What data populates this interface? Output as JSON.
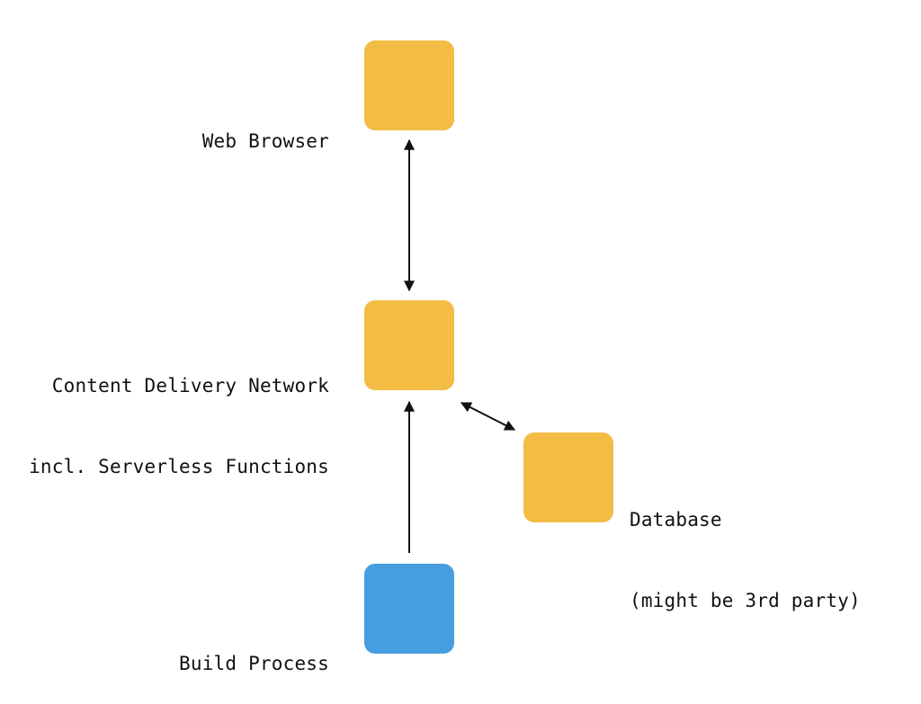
{
  "colors": {
    "primary_node": "#F3BC44",
    "build_node": "#469DDF",
    "connector": "#111111"
  },
  "nodes": {
    "browser": {
      "label_lines": [
        "Web Browser"
      ]
    },
    "cdn": {
      "label_lines": [
        "Content Delivery Network",
        "incl. Serverless Functions"
      ]
    },
    "database": {
      "label_lines": [
        "Database",
        "(might be 3rd party)"
      ]
    },
    "build": {
      "label_lines": [
        "Build Process"
      ]
    }
  },
  "edges": [
    {
      "from": "browser",
      "to": "cdn",
      "direction": "both"
    },
    {
      "from": "cdn",
      "to": "database",
      "direction": "both"
    },
    {
      "from": "build",
      "to": "cdn",
      "direction": "forward"
    }
  ]
}
